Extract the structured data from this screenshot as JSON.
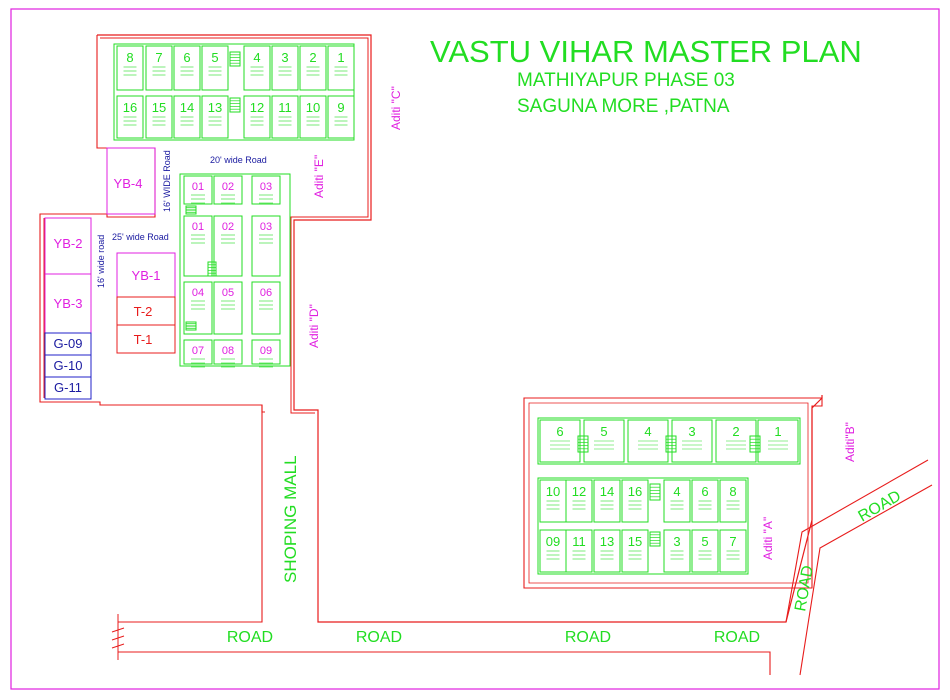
{
  "title": {
    "main": "VASTU VIHAR MASTER PLAN",
    "line2": "MATHIYAPUR PHASE 03",
    "line3": "SAGUNA MORE ,PATNA"
  },
  "colors": {
    "green": "#22dd22",
    "red": "#e81c1c",
    "magenta": "#e020e0",
    "blue": "#2020c8",
    "navy": "#1a1aa0"
  },
  "labels": {
    "aditi_c": "Aditi \"C\"",
    "aditi_e": "Aditi \"E\"",
    "aditi_d": "Aditi \"D\"",
    "aditi_b": "Aditi\"B\"",
    "aditi_a": "Aditi \"A\"",
    "road_20": "20' wide Road",
    "road_16_wide": "16' WIDE Road",
    "road_25": "25' wide Road",
    "road_16": "16' wide road",
    "shoping_mall": "SHOPING MALL",
    "road": "ROAD"
  },
  "blocks": {
    "yb4": "YB-4",
    "yb2": "YB-2",
    "yb3": "YB-3",
    "yb1": "YB-1",
    "t2": "T-2",
    "t1": "T-1",
    "g09": "G-09",
    "g10": "G-10",
    "g11": "G-11"
  },
  "block_c": {
    "top_row": [
      "8",
      "7",
      "6",
      "5",
      "4",
      "3",
      "2",
      "1"
    ],
    "bottom_row": [
      "16",
      "15",
      "14",
      "13",
      "12",
      "11",
      "10",
      "9"
    ]
  },
  "block_e": {
    "rows": [
      [
        "01",
        "02",
        "03"
      ],
      [
        "01",
        "02",
        "03"
      ],
      [
        "04",
        "05",
        "06"
      ],
      [
        "07",
        "08",
        "09"
      ]
    ]
  },
  "block_b": {
    "row": [
      "6",
      "5",
      "4",
      "3",
      "2",
      "1"
    ]
  },
  "block_a": {
    "top_row": [
      "10",
      "12",
      "14",
      "16",
      "4",
      "6",
      "8"
    ],
    "bottom_row": [
      "09",
      "11",
      "13",
      "15",
      "3",
      "5",
      "7"
    ]
  }
}
